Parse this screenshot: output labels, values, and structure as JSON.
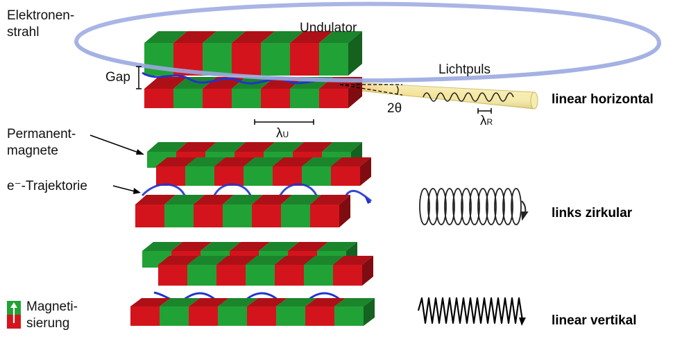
{
  "labels": {
    "electron_beam_line1": "Elektronen-",
    "electron_beam_line2": "strahl",
    "undulator": "Undulator",
    "light_pulse": "Lichtpuls",
    "gap": "Gap",
    "two_theta": "2θ",
    "lambda_u": "λ",
    "lambda_u_sub": "U",
    "lambda_r": "λ",
    "lambda_r_sub": "R",
    "permanent_magnets_line1": "Permanent-",
    "permanent_magnets_line2": "magnete",
    "trajectory": "e⁻-Trajektorie",
    "magnetization_line1": "Magneti-",
    "magnetization_line2": "sierung"
  },
  "modes": {
    "linear_horizontal": "linear horizontal",
    "left_circular": "links zirkular",
    "linear_vertical": "linear vertikal"
  },
  "colors": {
    "magnet_red": "#d4141c",
    "magnet_green": "#21a236",
    "trajectory_blue": "#2233cc",
    "ring_blue": "#9aa8e0",
    "light_yellow": "#f3eaa0"
  }
}
